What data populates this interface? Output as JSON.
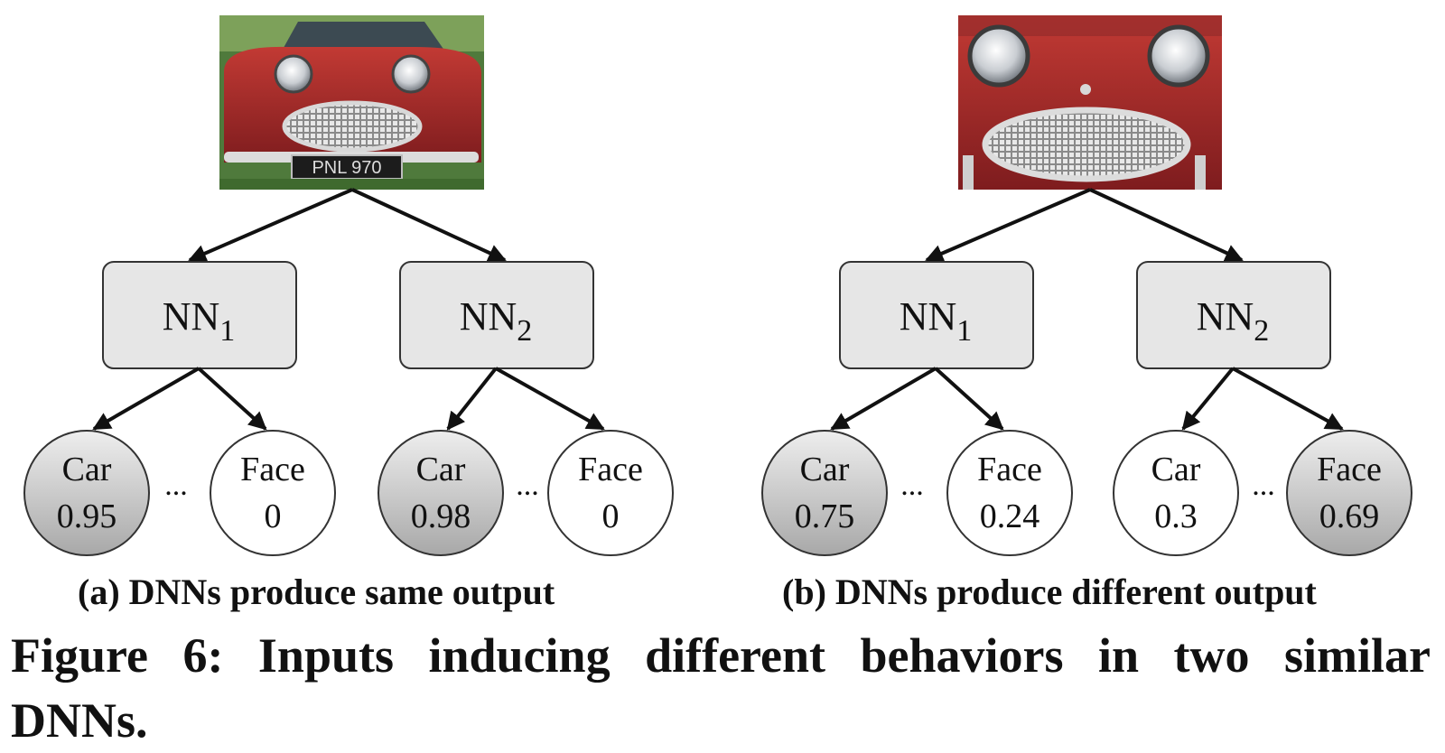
{
  "panels": [
    {
      "id": "a",
      "caption": "(a) DNNs produce same output",
      "networks": [
        {
          "name": "NN",
          "sub": "1",
          "outputs": [
            {
              "label": "Car",
              "value": "0.95",
              "highlight": true
            },
            {
              "label": "Face",
              "value": "0",
              "highlight": false
            }
          ]
        },
        {
          "name": "NN",
          "sub": "2",
          "outputs": [
            {
              "label": "Car",
              "value": "0.98",
              "highlight": true
            },
            {
              "label": "Face",
              "value": "0",
              "highlight": false
            }
          ]
        }
      ]
    },
    {
      "id": "b",
      "caption": "(b) DNNs produce different output",
      "networks": [
        {
          "name": "NN",
          "sub": "1",
          "outputs": [
            {
              "label": "Car",
              "value": "0.75",
              "highlight": true
            },
            {
              "label": "Face",
              "value": "0.24",
              "highlight": false
            }
          ]
        },
        {
          "name": "NN",
          "sub": "2",
          "outputs": [
            {
              "label": "Car",
              "value": "0.3",
              "highlight": false
            },
            {
              "label": "Face",
              "value": "0.69",
              "highlight": true
            }
          ]
        }
      ]
    }
  ],
  "ellipsis": "...",
  "input_images": {
    "plate_text": "PNL 970"
  },
  "figure_caption": {
    "line1_words": [
      "Figure",
      "6:",
      "Inputs",
      "inducing",
      "different",
      "behaviors",
      "in",
      "two",
      "similar"
    ],
    "line2": "DNNs."
  },
  "colors": {
    "box_fill": "#e6e6e6",
    "node_highlight_top": "#eeeeee",
    "node_highlight_bottom": "#a8a8a8",
    "car_body": "#a8282a"
  }
}
